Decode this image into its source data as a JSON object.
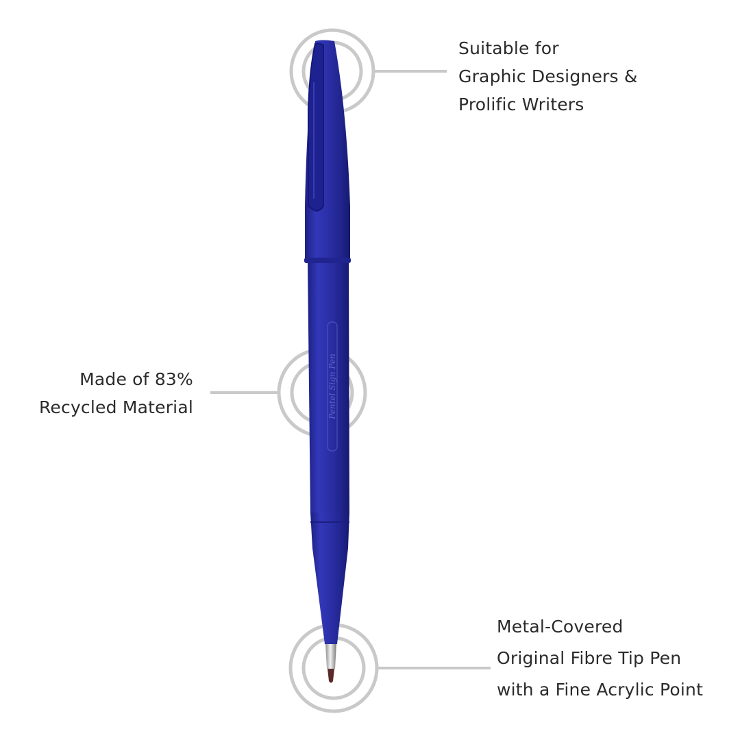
{
  "callouts": {
    "top": {
      "lines": [
        "Suitable for",
        "Graphic Designers &",
        "Prolific Writers"
      ]
    },
    "middle": {
      "lines": [
        "Made of 83%",
        "Recycled Material"
      ]
    },
    "bottom": {
      "lines": [
        "Metal-Covered",
        "Original Fibre Tip Pen",
        "with a Fine Acrylic Point"
      ]
    }
  },
  "pen": {
    "brand_imprint": "Pentel Sign Pen",
    "body_color": "#2b2fa6",
    "tip_color": "#5a2a2a"
  },
  "colors": {
    "ring": "#c9c9c9",
    "text": "#2b2b2b",
    "background": "#ffffff"
  }
}
